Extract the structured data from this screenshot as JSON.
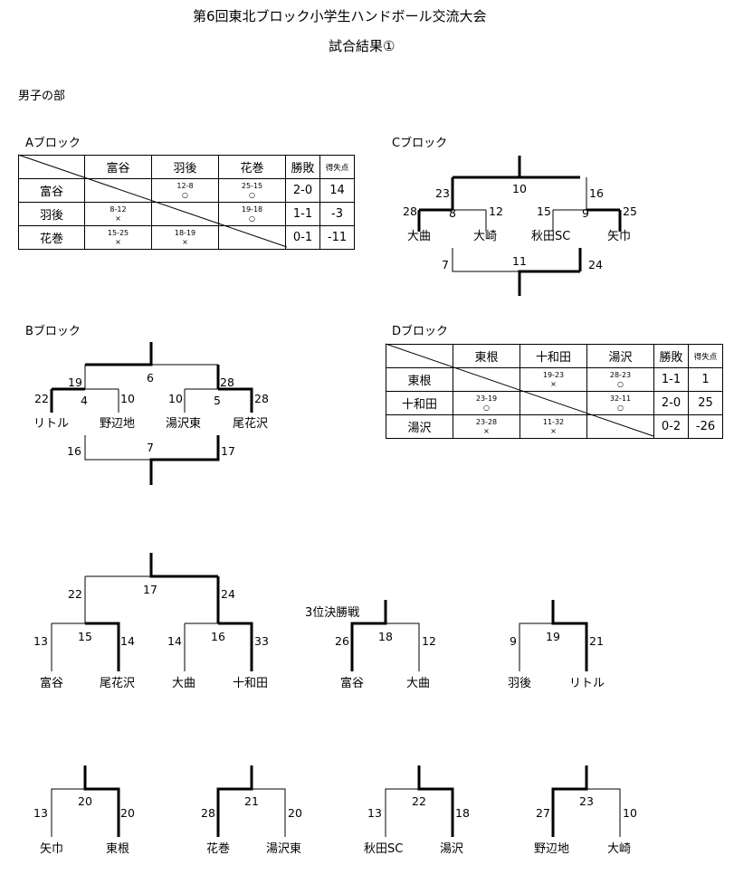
{
  "header": {
    "title": "第6回東北ブロック小学生ハンドボール交流大会",
    "subtitle": "試合結果①"
  },
  "division": "男子の部",
  "block_a": {
    "name": "Aブロック",
    "headers": [
      "富谷",
      "羽後",
      "花巻",
      "勝敗",
      "得失点"
    ],
    "rows": [
      {
        "team": "富谷",
        "r": [
          null,
          {
            "s": "12-8",
            "m": "○"
          },
          {
            "s": "25-15",
            "m": "○"
          }
        ],
        "wl": "2-0",
        "diff": "14"
      },
      {
        "team": "羽後",
        "r": [
          {
            "s": "8-12",
            "m": "×"
          },
          null,
          {
            "s": "19-18",
            "m": "○"
          }
        ],
        "wl": "1-1",
        "diff": "-3"
      },
      {
        "team": "花巻",
        "r": [
          {
            "s": "15-25",
            "m": "×"
          },
          {
            "s": "18-19",
            "m": "×"
          },
          null
        ],
        "wl": "0-1",
        "diff": "-11"
      }
    ]
  },
  "block_d": {
    "name": "Dブロック",
    "headers": [
      "東根",
      "十和田",
      "湯沢",
      "勝敗",
      "得失点"
    ],
    "rows": [
      {
        "team": "東根",
        "r": [
          null,
          {
            "s": "19-23",
            "m": "×"
          },
          {
            "s": "28-23",
            "m": "○"
          }
        ],
        "wl": "1-1",
        "diff": "1"
      },
      {
        "team": "十和田",
        "r": [
          {
            "s": "23-19",
            "m": "○"
          },
          null,
          {
            "s": "32-11",
            "m": "○"
          }
        ],
        "wl": "2-0",
        "diff": "25"
      },
      {
        "team": "湯沢",
        "r": [
          {
            "s": "23-28",
            "m": "×"
          },
          {
            "s": "11-32",
            "m": "×"
          },
          null
        ],
        "wl": "0-2",
        "diff": "-26"
      }
    ]
  },
  "block_c": {
    "name": "Cブロック",
    "teams": [
      "大曲",
      "大崎",
      "秋田SC",
      "矢巾"
    ],
    "scores": [
      "23",
      "10",
      "16",
      "28",
      "8",
      "12",
      "15",
      "9",
      "25",
      "7",
      "11",
      "24"
    ]
  },
  "block_b": {
    "name": "Bブロック",
    "teams": [
      "リトル",
      "野辺地",
      "湯沢東",
      "尾花沢"
    ],
    "scores": [
      "19",
      "6",
      "28",
      "22",
      "4",
      "10",
      "10",
      "5",
      "28",
      "16",
      "7",
      "17"
    ]
  },
  "final_tournament": {
    "teams": [
      "富谷",
      "尾花沢",
      "大曲",
      "十和田"
    ],
    "scores": [
      "22",
      "17",
      "24",
      "13",
      "15",
      "14",
      "14",
      "16",
      "33"
    ]
  },
  "third_place": {
    "label": "3位決勝戦",
    "teams": [
      "富谷",
      "大曲"
    ],
    "scores": [
      "26",
      "18",
      "12"
    ]
  },
  "placement": [
    {
      "teams": [
        "羽後",
        "リトル"
      ],
      "scores": [
        "9",
        "19",
        "21"
      ]
    },
    {
      "teams": [
        "矢巾",
        "東根"
      ],
      "scores": [
        "13",
        "20",
        "20"
      ]
    },
    {
      "teams": [
        "花巻",
        "湯沢東"
      ],
      "scores": [
        "28",
        "21",
        "20"
      ]
    },
    {
      "teams": [
        "秋田SC",
        "湯沢"
      ],
      "scores": [
        "13",
        "22",
        "18"
      ]
    },
    {
      "teams": [
        "野辺地",
        "大崎"
      ],
      "scores": [
        "27",
        "23",
        "10"
      ]
    }
  ]
}
